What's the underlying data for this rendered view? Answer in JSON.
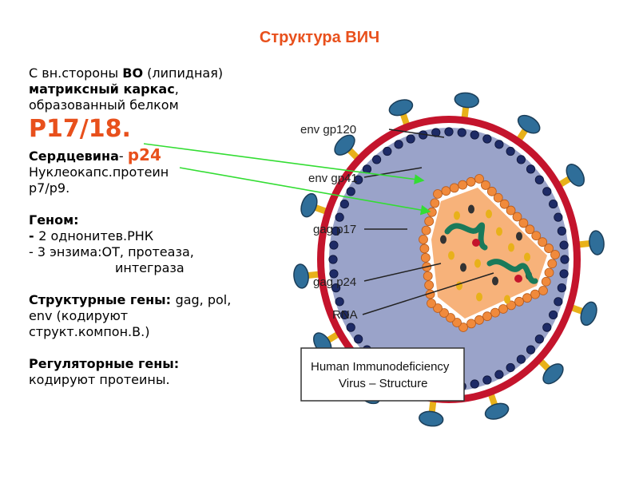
{
  "title": "Структура ВИЧ",
  "colors": {
    "accent": "#e8501c",
    "arrow": "#33dd33",
    "membrane": "#c4142c",
    "capsid": "#f7b27a"
  },
  "text": {
    "l1a": "С вн.стороны ",
    "l1b": "ВО",
    "l1c": " (липидная)",
    "l2a": "матриксный каркас",
    "l2b": ",",
    "l3": "образованный белком",
    "l4": "P17/18.",
    "l5a": "Сердцевина",
    "l5b": "- ",
    "l5c": "p24",
    "l6": "Нуклеокапс.протеин",
    "l7": "p7/p9.",
    "genome_head": "Геном:",
    "genome_1a": " - ",
    "genome_1b": "2 однонитев.РНК",
    "genome_2": "-  3 энзима:ОТ, протеаза,",
    "genome_3": "интеграза",
    "struct_head": "Структурные гены: ",
    "struct_genes": "gag, pol,",
    "struct_2": "env (кодируют",
    "struct_3": "структ.компон.В.)",
    "reg_head": "Регуляторные гены:",
    "reg_text": "кодируют протеины."
  },
  "diagram": {
    "labels": {
      "env_gp120": "env gp120",
      "env_gp41": "env gp41",
      "gag_p17": "gag p17",
      "gag_p24": "gag p24",
      "rna": "RNA"
    },
    "caption_line1": "Human Immunodeficiency",
    "caption_line2": "Virus – Structure"
  }
}
